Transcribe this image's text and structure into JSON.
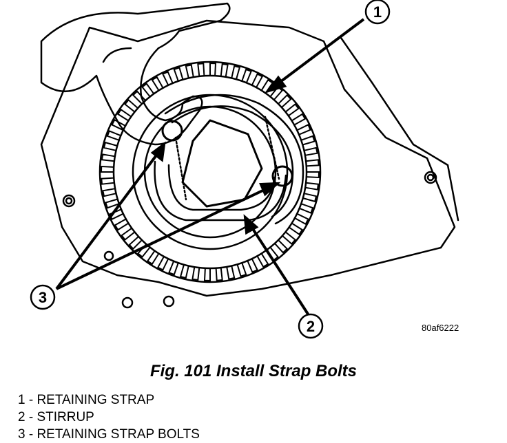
{
  "figure": {
    "caption": "Fig. 101 Install Strap Bolts",
    "code": "80af6222"
  },
  "callouts": [
    {
      "number": "1"
    },
    {
      "number": "2"
    },
    {
      "number": "3"
    }
  ],
  "legend": [
    {
      "text": "1 - RETAINING STRAP"
    },
    {
      "text": "2 - STIRRUP"
    },
    {
      "text": "3 - RETAINING STRAP BOLTS"
    }
  ]
}
